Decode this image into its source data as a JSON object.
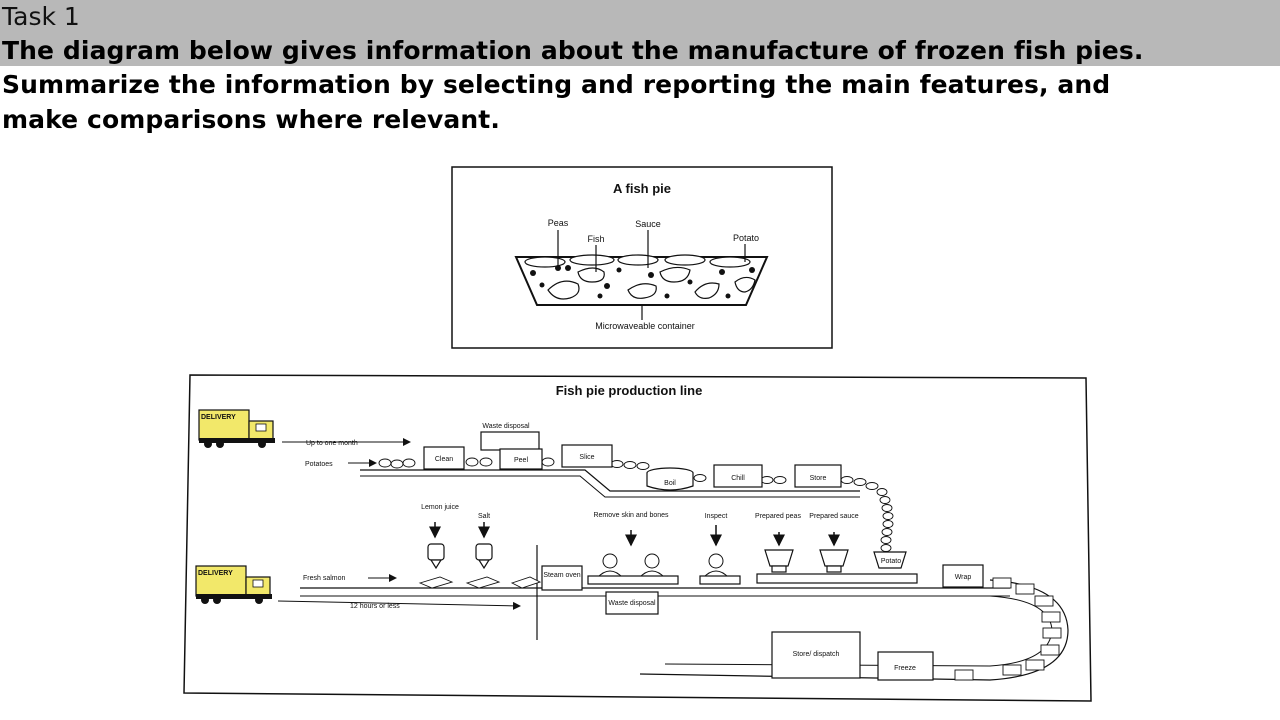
{
  "task": {
    "title": "Task 1",
    "prompt_lines": [
      "The diagram below gives information about the manufacture of frozen fish pies.",
      "Summarize the information by selecting and reporting the main features, and",
      "make comparisons where relevant."
    ]
  },
  "fish_pie_diagram": {
    "title": "A fish pie",
    "labels": {
      "peas": "Peas",
      "fish": "Fish",
      "sauce": "Sauce",
      "potato": "Potato",
      "container": "Microwaveable container"
    }
  },
  "production_line": {
    "title": "Fish pie production line",
    "potato_branch": {
      "delivery_sign": "DELIVERY",
      "timing": "Up to one month",
      "input": "Potatoes",
      "waste": "Waste disposal",
      "steps": [
        "Clean",
        "Peel",
        "Slice",
        "Boil",
        "Chill",
        "Store"
      ]
    },
    "salmon_branch": {
      "delivery_sign": "DELIVERY",
      "input": "Fresh salmon",
      "timing": "12 hours or less",
      "additions": [
        "Lemon juice",
        "Salt"
      ],
      "steam_oven": "Steam oven",
      "waste": "Waste disposal",
      "remove": "Remove skin and bones",
      "inspect": "Inspect",
      "prepared_peas": "Prepared peas",
      "prepared_sauce": "Prepared sauce",
      "potato": "Potato",
      "wrap": "Wrap",
      "freeze": "Freeze",
      "store_dispatch": "Store/ dispatch"
    }
  }
}
